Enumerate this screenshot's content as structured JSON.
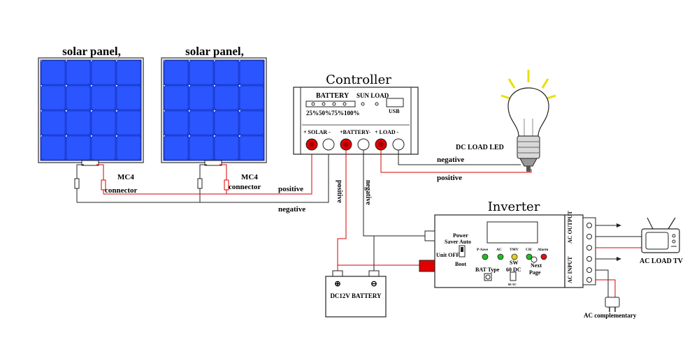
{
  "panels": [
    {
      "title": "solar panel,",
      "connector_line1": "MC4",
      "connector_line2": "connector"
    },
    {
      "title": "solar panel,",
      "connector_line1": "MC4",
      "connector_line2": "connector"
    }
  ],
  "wire_labels": {
    "panel_positive": "positive",
    "panel_negative": "negative",
    "battery_positive": "positive",
    "battery_negative": "negative",
    "load_negative": "negative",
    "load_positive": "positive"
  },
  "controller": {
    "title": "Controller",
    "battery_label": "BATTERY",
    "levels": "25%50%75%100%",
    "sun_load": "SUN LOAD",
    "usb": "USB",
    "term_solar": "+ SOLAR -",
    "term_battery": "+BATTERY-",
    "term_load": "+ LOAD -"
  },
  "bulb": {
    "label": "DC LOAD LED"
  },
  "battery": {
    "label": "DC12V BATTERY",
    "plus": "⊕",
    "minus": "⊖"
  },
  "inverter": {
    "title": "Inverter",
    "power_saver_1": "Power",
    "power_saver_2": "Saver Auto",
    "unit_off": "Unit OFF",
    "boot": "Boot",
    "led_labels": [
      "P-Save",
      "AC",
      "TMV",
      "CH",
      "Alarm"
    ],
    "sw": "SW",
    "freq": "60 DC",
    "bat_type": "BAT Type",
    "next_page_1": "Next",
    "next_page_2": "Page",
    "small_text": "60 AC",
    "ac_output": "AC OUTPUT",
    "ac_input": "AC INPUT",
    "led_colors": [
      "#22bb22",
      "#22bb22",
      "#e8d020",
      "#22bb22",
      "#dd1111"
    ]
  },
  "tv": {
    "label": "AC LOAD TV"
  },
  "ac_complementary": "AC complementary",
  "colors": {
    "panel_blue": "#1c3fd6",
    "terminal_red": "#e00000",
    "positive_wire": "#d80000"
  }
}
